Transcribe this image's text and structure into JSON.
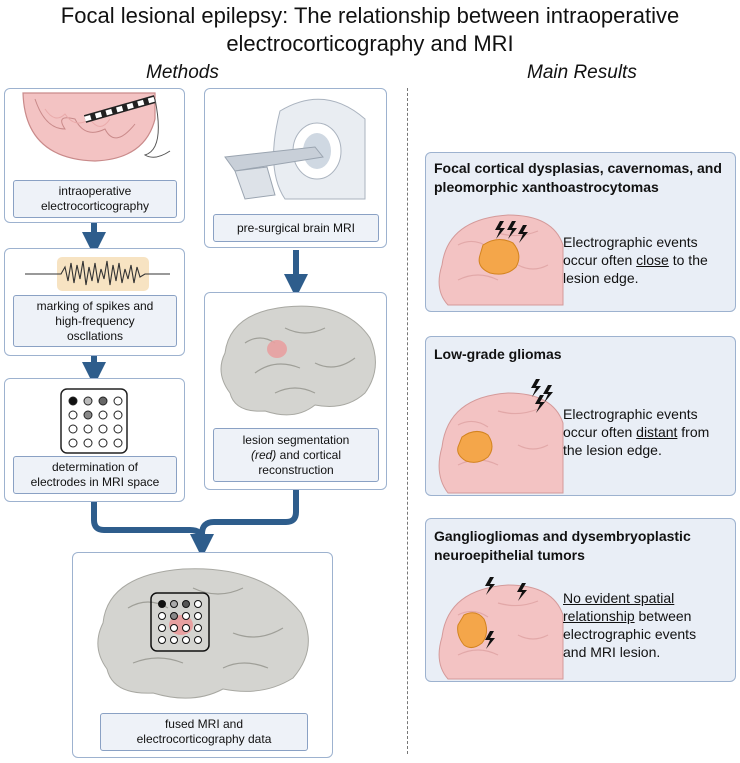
{
  "title_line1": "Focal lesional epilepsy: The relationship between intraoperative",
  "title_line2": "electrocorticography and MRI",
  "methods_heading": "Methods",
  "results_heading": "Main Results",
  "methods": {
    "ecog_label_1": "intraoperative",
    "ecog_label_2": "electrocorticography",
    "mri_label": "pre-surgical brain MRI",
    "spikes_label_1": "marking of spikes and",
    "spikes_label_2": "high-frequency",
    "spikes_label_3": "oscllations",
    "electrodes_label_1": "determination of",
    "electrodes_label_2": "electrodes in MRI space",
    "segmentation_label_1": "lesion segmentation",
    "segmentation_label_2_italic": "(red)",
    "segmentation_label_2_rest": " and cortical",
    "segmentation_label_3": "reconstruction",
    "fused_label_1": "fused MRI and",
    "fused_label_2": "electrocorticography data"
  },
  "results": [
    {
      "heading_1": "Focal cortical dysplasias, cavernomas, and",
      "heading_2": "pleomorphic xanthoastrocytomas",
      "text_1": "Electrographic events",
      "text_2a": "occur often ",
      "text_2u": "close",
      "text_2b": " to the",
      "text_3": "lesion edge."
    },
    {
      "heading_1": "Low-grade gliomas",
      "text_1": "Electrographic events",
      "text_2a": "occur often ",
      "text_2u": "distant",
      "text_2b": " from",
      "text_3": "the lesion edge."
    },
    {
      "heading_1": "Gangliogliomas and dysembryoplastic",
      "heading_2": "neuroepithelial tumors",
      "text_1u": "No evident spatial",
      "text_2u": "relationship",
      "text_2b": " between",
      "text_3": "electrographic events",
      "text_4": "and MRI lesion."
    }
  ],
  "colors": {
    "arrow": "#2e5d8c",
    "panel_border": "#9db2cf",
    "result_bg": "#e9eef6",
    "brain_pink": "#f3c3c3",
    "lesion_orange": "#f4a64a",
    "mri_gray": "#d4d4d0"
  }
}
